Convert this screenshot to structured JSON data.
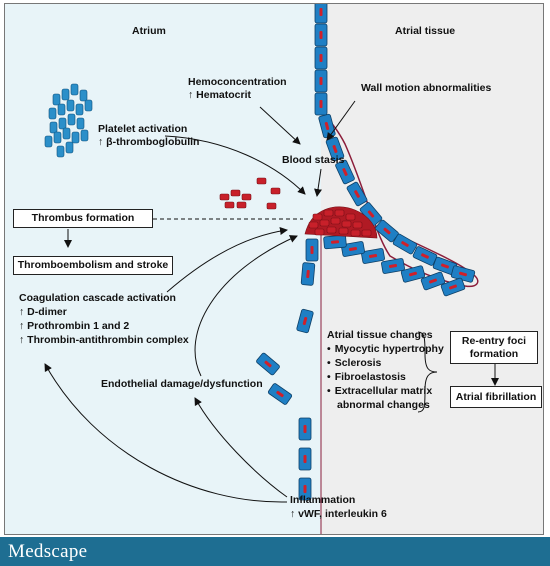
{
  "labels": {
    "atrium": "Atrium",
    "atrial_tissue": "Atrial tissue",
    "hemoconcentration": "Hemoconcentration",
    "hematocrit": "↑ Hematocrit",
    "wall_motion": "Wall motion abnormalities",
    "platelet_activation": "Platelet activation",
    "beta_thromboglobulin": "↑ β-thromboglobulin",
    "blood_stasis": "Blood stasis",
    "thrombus_formation": "Thrombus formation",
    "thromboembolism": "Thromboembolism and stroke",
    "coagulation_title": "Coagulation cascade activation",
    "coagulation_items": [
      "↑ D-dimer",
      "↑ Prothrombin 1 and 2",
      "↑ Thrombin-antithrombin complex"
    ],
    "endothelial": "Endothelial damage/dysfunction",
    "tissue_changes_title": "Atrial tissue changes",
    "tissue_changes_items": [
      "Myocytic hypertrophy",
      "Sclerosis",
      "Fibroelastosis",
      "Extracellular matrix",
      "abnormal changes"
    ],
    "reentry_line1": "Re-entry foci",
    "reentry_line2": "formation",
    "atrial_fibrillation": "Atrial fibrillation",
    "inflammation": "Inflammation",
    "vwf": "↑ vWF, interleukin 6"
  },
  "brand": "Medscape",
  "colors": {
    "atrium_bg": "#e8f4f8",
    "tissue_bg": "#eeeeee",
    "cell_fill": "#1f7fc4",
    "nucleus": "#d0202a",
    "rbc": "#c8202a",
    "tissue_outline": "#8b1d3a",
    "footer": "#1e6e92"
  }
}
